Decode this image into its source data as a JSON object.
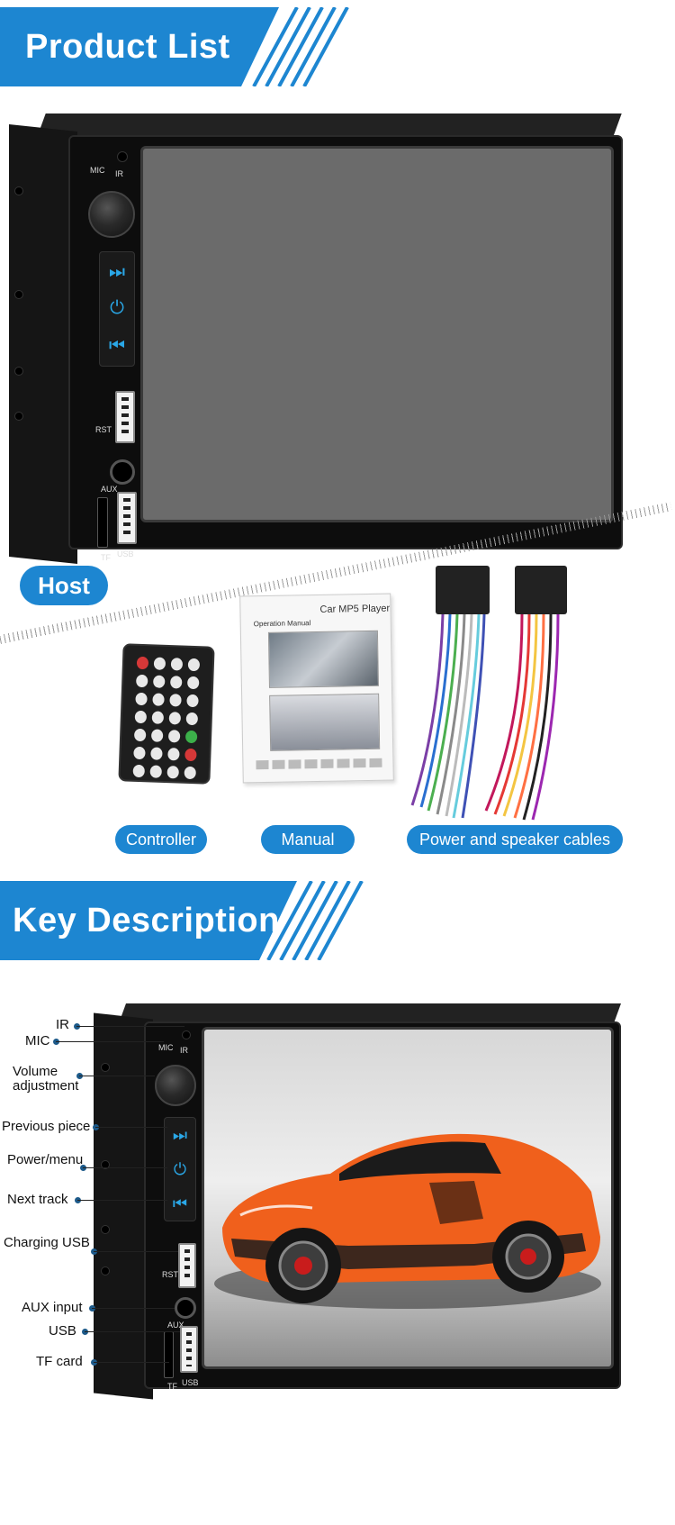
{
  "sections": {
    "product_list_title": "Product List",
    "key_description_title": "Key Description"
  },
  "host_unit": {
    "label_mic": "MIC",
    "label_ir": "IR",
    "label_rst": "RST",
    "label_aux": "AUX",
    "label_tf": "TF",
    "label_usb": "USB"
  },
  "items": {
    "host": "Host",
    "controller": "Controller",
    "manual": "Manual",
    "cables": "Power and speaker cables"
  },
  "manual_doc": {
    "title": "Car MP5 Player",
    "subtitle": "Operation Manual"
  },
  "callouts": {
    "ir": "IR",
    "mic": "MIC",
    "volume_1": "Volume",
    "volume_2": "adjustment",
    "previous": "Previous piece",
    "power": "Power/menu",
    "next": "Next track",
    "charging_usb": "Charging USB",
    "aux": "AUX input",
    "usb": "USB",
    "tf": "TF card"
  },
  "colors": {
    "brand_blue": "#1d86d1",
    "button_cyan": "#2aa8e8",
    "car_orange": "#f0601c"
  },
  "icons": {
    "next": "skip-forward-icon",
    "power": "power-icon",
    "previous": "skip-back-icon"
  }
}
